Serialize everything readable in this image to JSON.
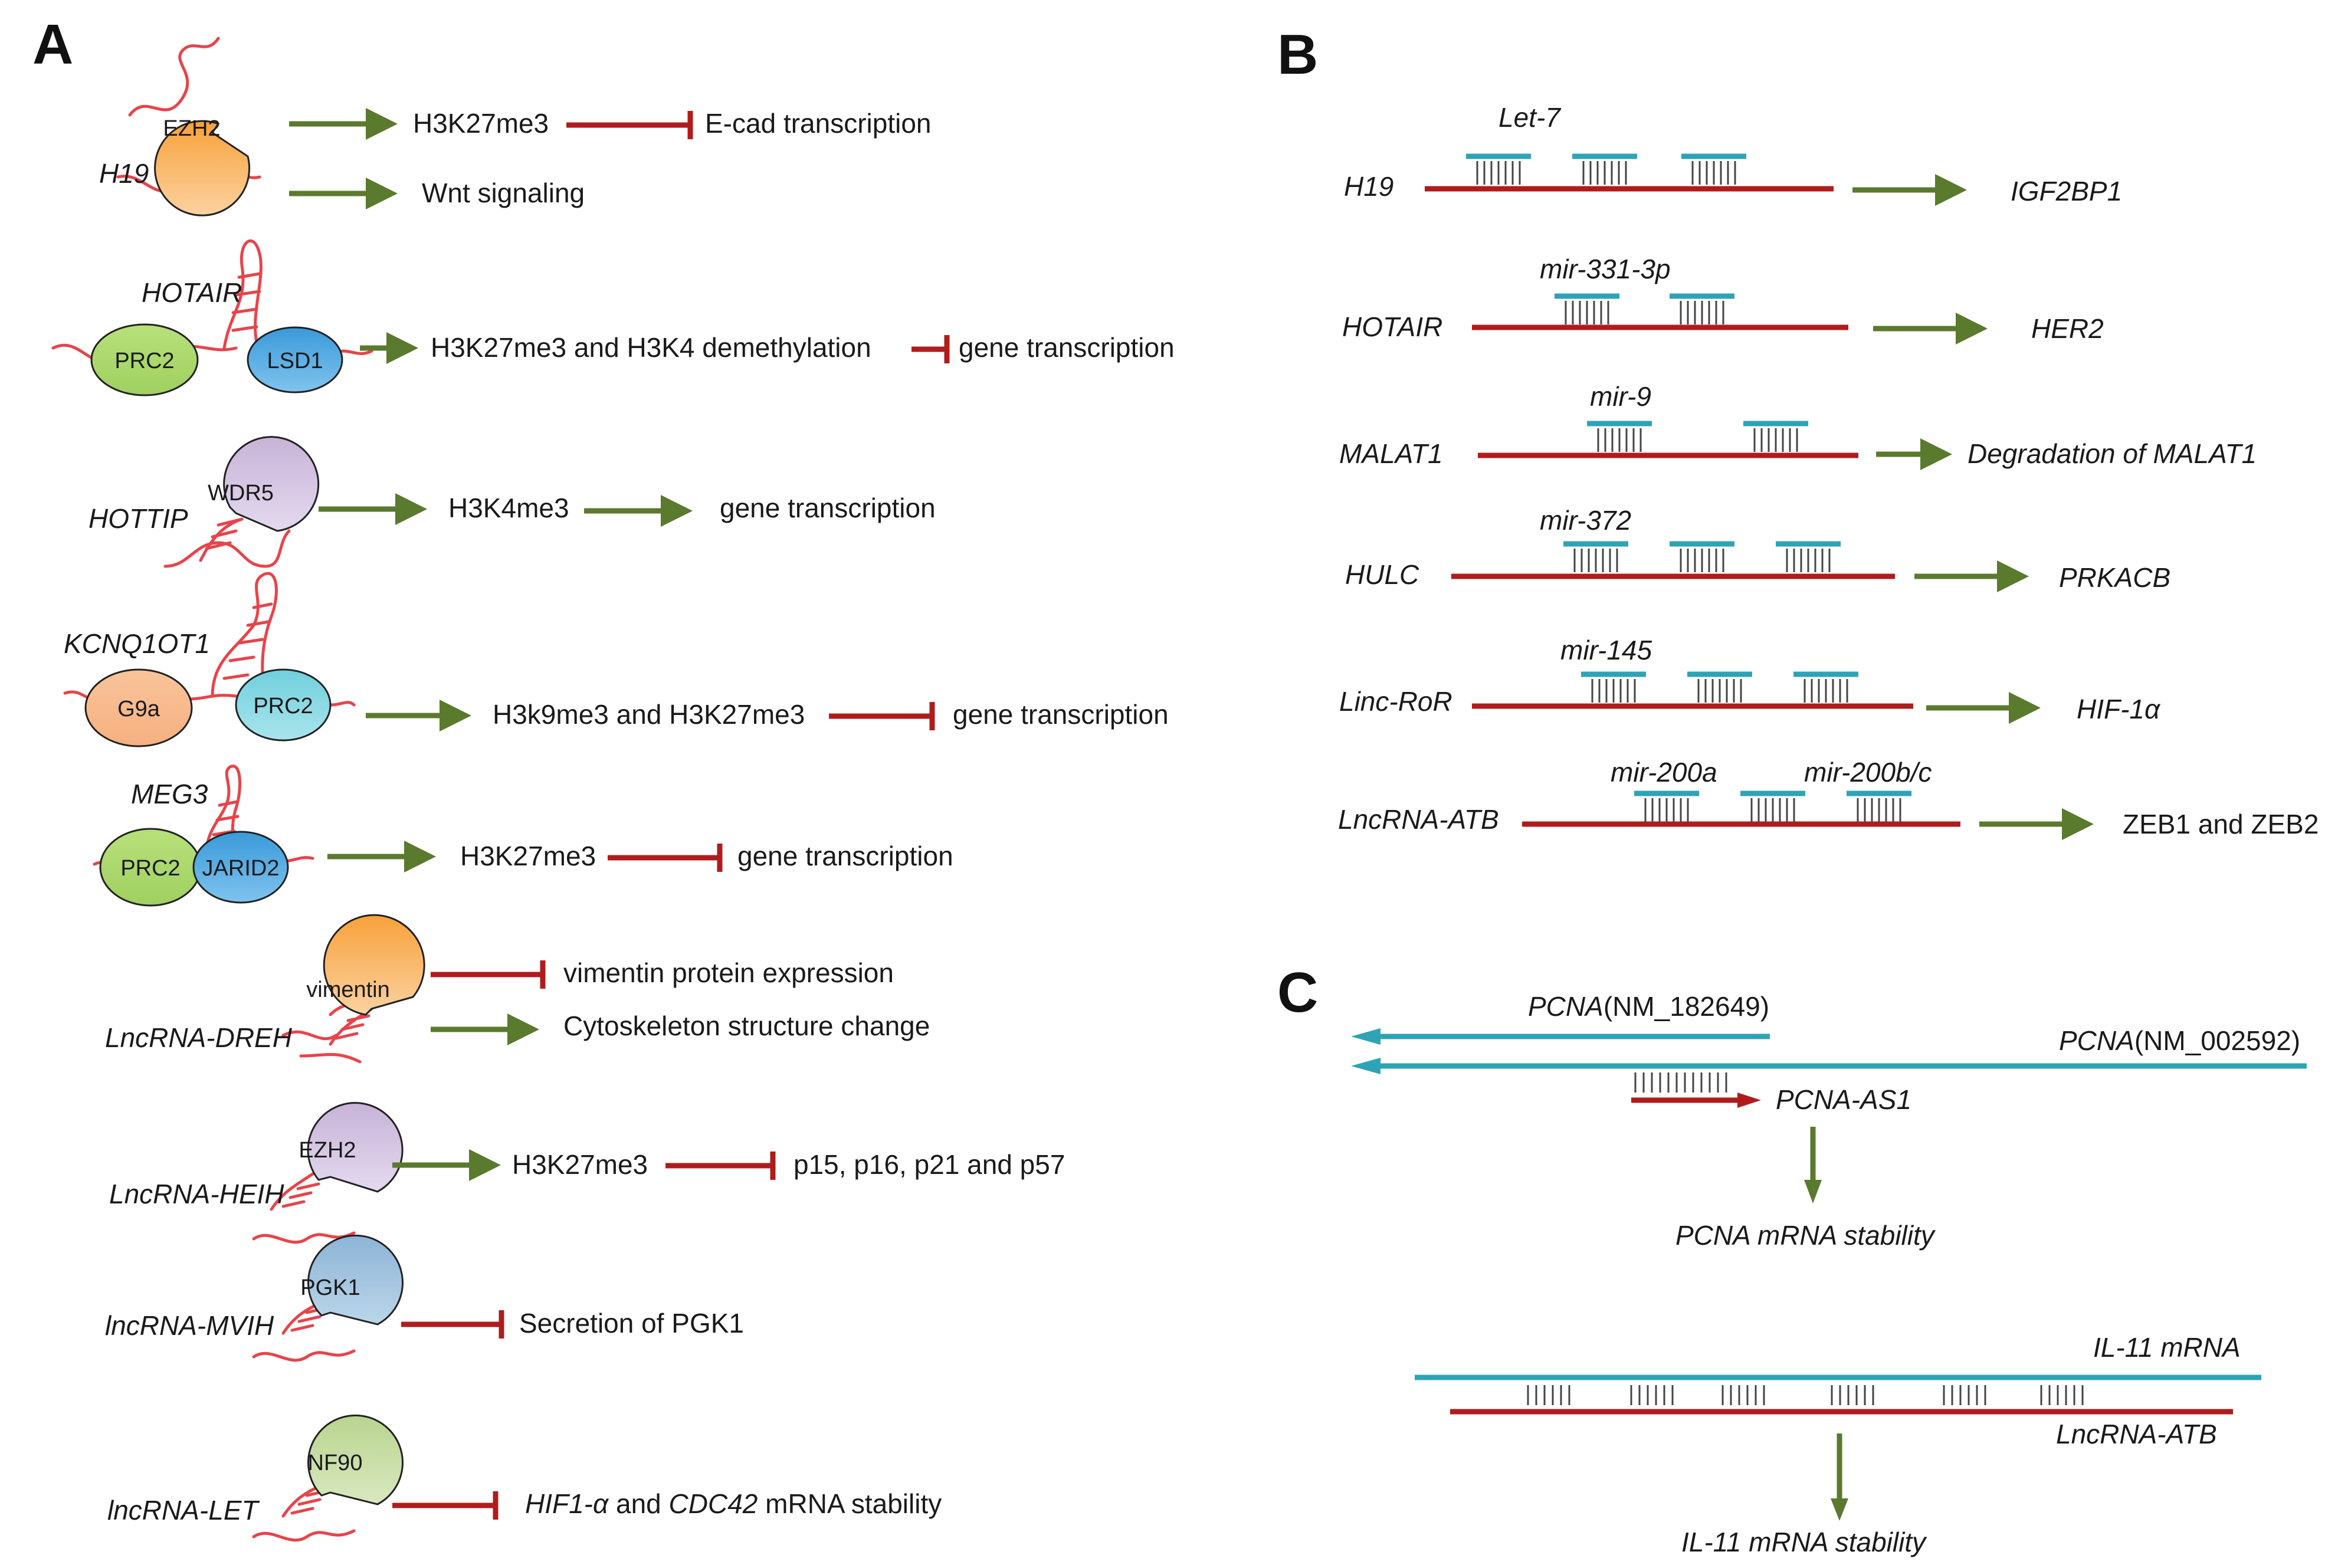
{
  "panels": {
    "a": "A",
    "b": "B",
    "c": "C"
  },
  "colors": {
    "activation": "#5a7a2e",
    "inhibition": "#b01c1c",
    "rna": "#e8434a",
    "mirna": "#2ea3b6"
  },
  "panel_a": {
    "rows": [
      {
        "lnc": "H19",
        "proteins": [
          "EZH2"
        ],
        "targets": [
          "H3K27me3",
          "E-cad transcription",
          "Wnt signaling"
        ]
      },
      {
        "lnc": "HOTAIR",
        "proteins": [
          "PRC2",
          "LSD1"
        ],
        "targets": [
          "H3K27me3 and H3K4 demethylation",
          "gene transcription"
        ]
      },
      {
        "lnc": "HOTTIP",
        "proteins": [
          "WDR5"
        ],
        "targets": [
          "H3K4me3",
          "gene transcription"
        ]
      },
      {
        "lnc": "KCNQ1OT1",
        "proteins": [
          "G9a",
          "PRC2"
        ],
        "targets": [
          "H3k9me3 and H3K27me3",
          "gene transcription"
        ]
      },
      {
        "lnc": "MEG3",
        "proteins": [
          "PRC2",
          "JARID2"
        ],
        "targets": [
          "H3K27me3",
          "gene transcription"
        ]
      },
      {
        "lnc": "LncRNA-DREH",
        "proteins": [
          "vimentin"
        ],
        "targets": [
          "vimentin protein expression",
          "Cytoskeleton structure change"
        ]
      },
      {
        "lnc": "LncRNA-HEIH",
        "proteins": [
          "EZH2"
        ],
        "targets": [
          "H3K27me3",
          "p15, p16, p21 and p57"
        ]
      },
      {
        "lnc": "lncRNA-MVIH",
        "proteins": [
          "PGK1"
        ],
        "targets": [
          "Secretion  of PGK1"
        ]
      },
      {
        "lnc": "lncRNA-LET",
        "proteins": [
          "NF90"
        ],
        "targets": [
          "HIF1-α",
          "and",
          "CDC42",
          "mRNA stability"
        ]
      }
    ]
  },
  "panel_b": {
    "rows": [
      {
        "lnc": "H19",
        "mirs": [
          "Let-7"
        ],
        "target": "IGF2BP1"
      },
      {
        "lnc": "HOTAIR",
        "mirs": [
          "mir-331-3p"
        ],
        "target": "HER2"
      },
      {
        "lnc": "MALAT1",
        "mirs": [
          "mir-9"
        ],
        "target": "Degradation of MALAT1"
      },
      {
        "lnc": "HULC",
        "mirs": [
          "mir-372"
        ],
        "target": "PRKACB"
      },
      {
        "lnc": "Linc-RoR",
        "mirs": [
          "mir-145"
        ],
        "target": "HIF-1α"
      },
      {
        "lnc": "LncRNA-ATB",
        "mirs": [
          "mir-200a",
          "mir-200b/c"
        ],
        "target": "ZEB1 and ZEB2"
      }
    ]
  },
  "panel_c": {
    "pcna1_gene": "PCNA",
    "pcna1_acc": "(NM_182649)",
    "pcna2_gene": "PCNA",
    "pcna2_acc": "(NM_002592)",
    "as1": "PCNA-AS1",
    "result1": "PCNA mRNA stability",
    "il11": "IL-11 mRNA",
    "atb": "LncRNA-ATB",
    "result2": "IL-11 mRNA stability"
  }
}
